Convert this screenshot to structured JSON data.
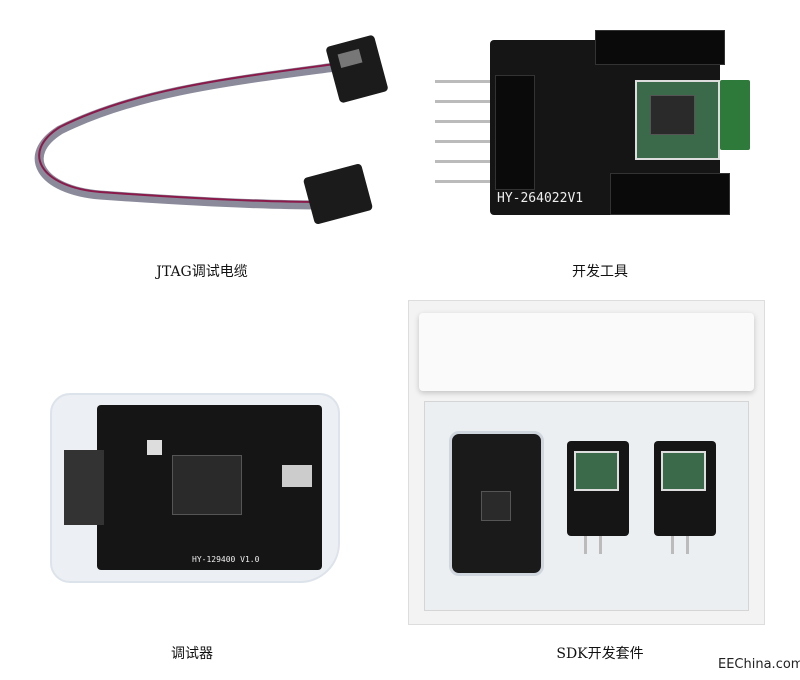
{
  "captions": {
    "jtag_cable": "JTAG调试电缆",
    "dev_tool": "开发工具",
    "debugger": "调试器",
    "sdk_kit": "SDK开发套件"
  },
  "boards": {
    "dev_tool_label": "HY-264022V1",
    "debugger_label": "HY-129400 V1.0"
  },
  "watermark": "EEChina.com"
}
